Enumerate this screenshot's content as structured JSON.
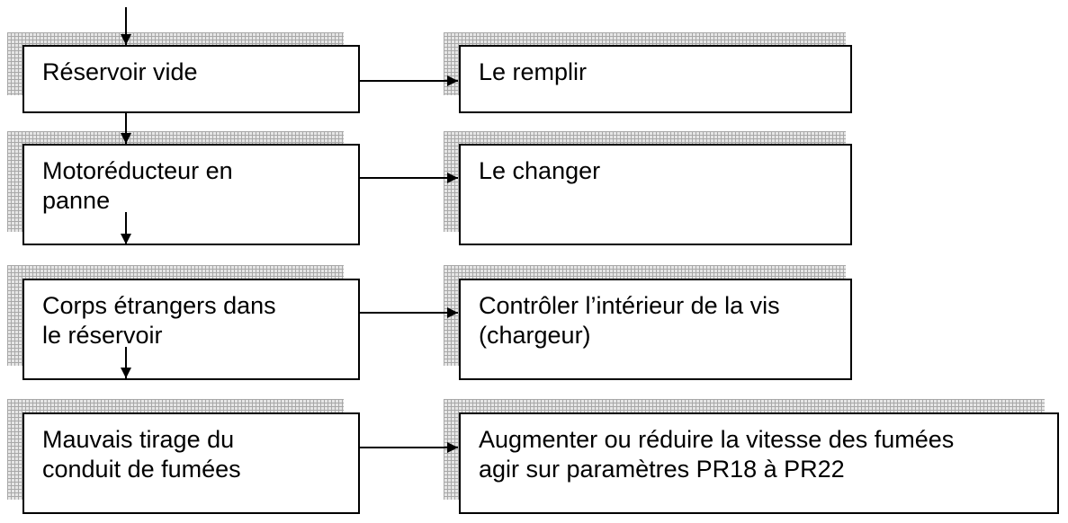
{
  "causes": [
    {
      "lines": [
        "Réservoir vide"
      ]
    },
    {
      "lines": [
        "Motoréducteur en",
        "panne"
      ]
    },
    {
      "lines": [
        "Corps étrangers dans",
        "le réservoir"
      ]
    },
    {
      "lines": [
        "Mauvais tirage du",
        "conduit de fumées"
      ]
    }
  ],
  "remedies": [
    {
      "lines": [
        "Le remplir"
      ]
    },
    {
      "lines": [
        "Le changer"
      ]
    },
    {
      "lines": [
        "Contrôler l’intérieur de la vis",
        "(chargeur)"
      ]
    },
    {
      "lines": [
        "Augmenter ou réduire la vitesse des fumées",
        "agir sur paramètres PR18 à PR22"
      ]
    }
  ],
  "colors": {
    "line": "#000000",
    "shadow_grid": "#a8a8a8",
    "shadow_fill": "#e6e6e6"
  }
}
